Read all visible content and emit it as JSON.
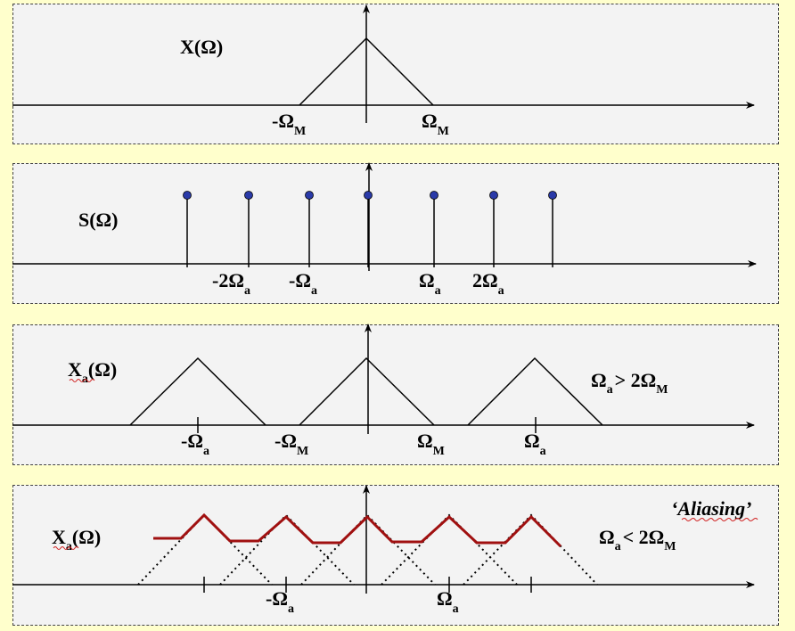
{
  "panels": [
    {
      "id": "x-spectrum",
      "func_label": "X(Ω)",
      "ticks": [
        {
          "main": "-Ω",
          "sub": "M"
        },
        {
          "main": "Ω",
          "sub": "M"
        }
      ]
    },
    {
      "id": "sampling-spectrum",
      "func_label": "S(Ω)",
      "ticks": [
        {
          "main": "-2Ω",
          "sub": "a"
        },
        {
          "main": "-Ω",
          "sub": "a"
        },
        {
          "main": "Ω",
          "sub": "a"
        },
        {
          "main": "2Ω",
          "sub": "a"
        }
      ]
    },
    {
      "id": "sampled-no-aliasing",
      "func_label": {
        "main": "X",
        "sub": "a",
        "rest": "(Ω)"
      },
      "condition": {
        "main": "Ω",
        "sub": "a",
        "rest": "> 2Ω",
        "sub2": "M"
      },
      "ticks": [
        {
          "main": "-Ω",
          "sub": "a"
        },
        {
          "main": "-Ω",
          "sub": "M"
        },
        {
          "main": "Ω",
          "sub": "M"
        },
        {
          "main": "Ω",
          "sub": "a"
        }
      ]
    },
    {
      "id": "sampled-aliasing",
      "func_label": {
        "main": "X",
        "sub": "a",
        "rest": "(Ω)"
      },
      "title": "‘Aliasing’",
      "condition": {
        "main": "Ω",
        "sub": "a",
        "rest": "< 2Ω",
        "sub2": "M"
      },
      "ticks": [
        {
          "main": "-Ω",
          "sub": "a"
        },
        {
          "main": "Ω",
          "sub": "a"
        }
      ]
    }
  ],
  "colors": {
    "impulse_dot": "#2a3aa8",
    "aliased_sum": "#a01010",
    "axis": "#000000"
  }
}
